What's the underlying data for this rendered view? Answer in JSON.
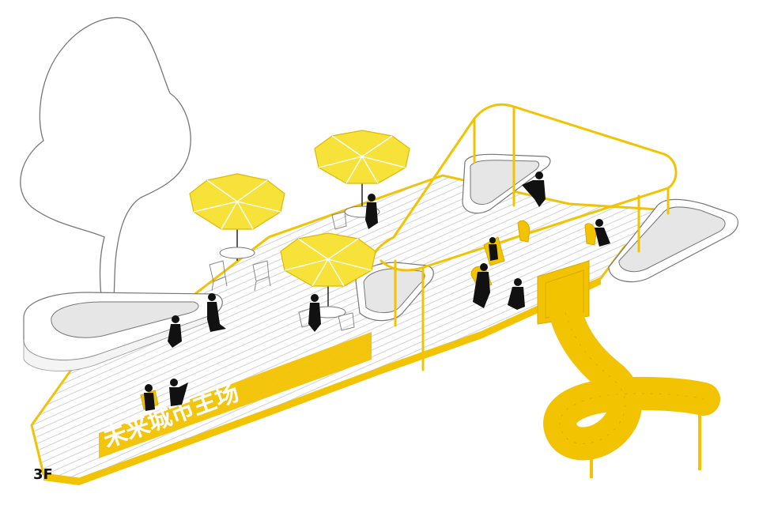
{
  "diagram": {
    "floor_label": "3F",
    "deck_sign_text": "未来城市主场",
    "colors": {
      "accent_yellow": "#f2c300",
      "light_yellow": "#f7e23a",
      "deck_lines": "#b9b9b9",
      "planter_fill": "#e6e6e6",
      "people": "#111111",
      "outline": "#555555"
    },
    "elements": {
      "umbrellas": 3,
      "people_figures": 11,
      "tree": "tree-outline",
      "slide": "spiral-tube-slide"
    }
  }
}
